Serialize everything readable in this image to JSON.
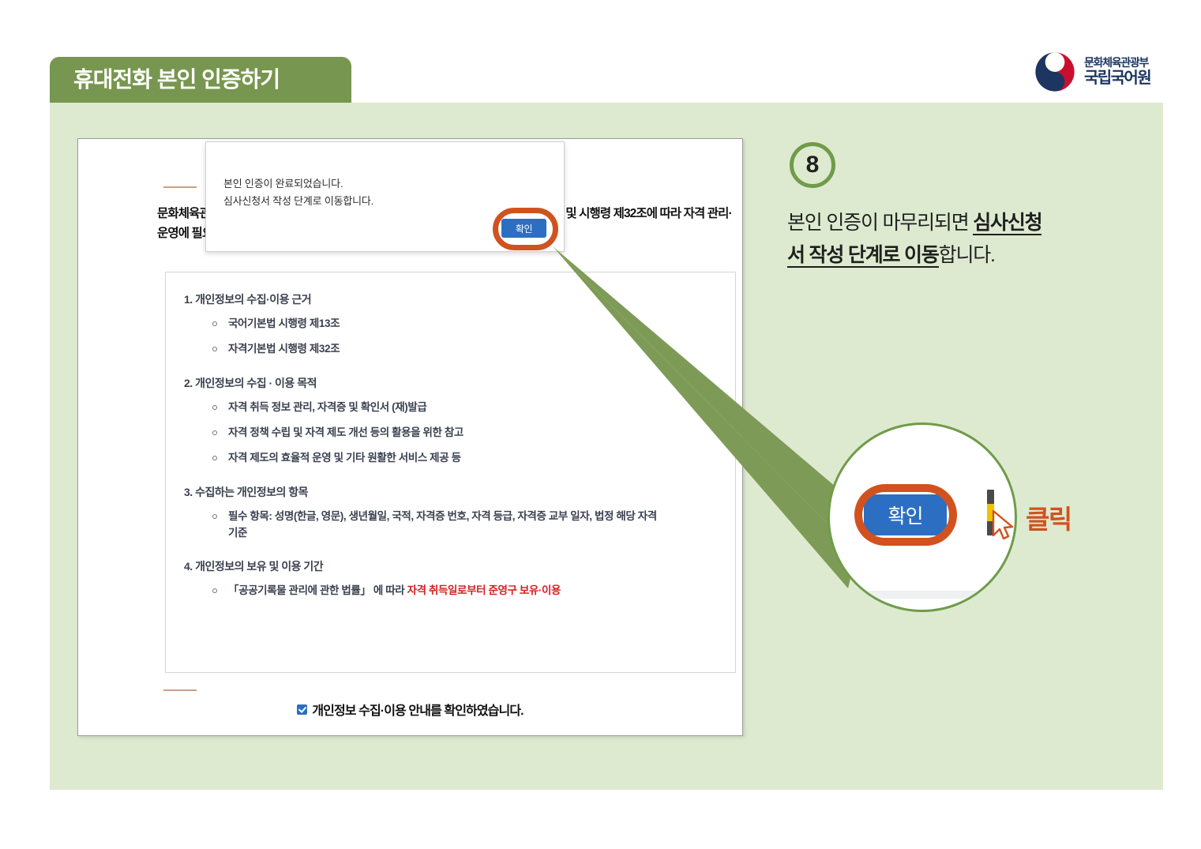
{
  "header": {
    "title": "휴대전화 본인 인증하기"
  },
  "logo": {
    "emblem_name": "korea-government-emblem",
    "ministry": "문화체육관광부",
    "institute": "국립국어원"
  },
  "screenshot": {
    "heading": "문화체육관광부 국립국어원은 「국어기본법」 시행령 제13조, 「자격기본법」 제34조 및 시행령 제32조에 따라 자격 관리·운영에 필요한 최소한의 개인정보를 정보주체의 동의 없이 수집·이용할 수 있습니다.",
    "consent": {
      "sections": [
        {
          "title": "1. 개인정보의 수집·이용 근거",
          "items": [
            "국어기본법 시행령 제13조",
            "자격기본법 시행령 제32조"
          ]
        },
        {
          "title": "2. 개인정보의 수집 · 이용 목적",
          "items": [
            "자격 취득 정보 관리, 자격증 및 확인서 (재)발급",
            "자격 정책 수립 및 자격 제도 개선 등의 활용을 위한 참고",
            "자격 제도의 효율적 운영 및 기타 원활한 서비스 제공 등"
          ]
        },
        {
          "title": "3. 수집하는 개인정보의 항목",
          "items": [
            "필수 항목: 성명(한글, 영문), 생년월일, 국적, 자격증 번호, 자격 등급, 자격증 교부 일자, 법정 해당 자격",
            "기준"
          ]
        },
        {
          "title": "4. 개인정보의 보유 및 이용 기간",
          "items_rich": [
            {
              "plain": "「공공기록물 관리에 관한 법률」 에 따라 ",
              "red": "자격 취득일로부터 준영구 보유·이용"
            }
          ]
        }
      ]
    },
    "agree_label": "개인정보 수집·이용 안내를 확인하였습니다.",
    "modal": {
      "line1": "본인 인증이 완료되었습니다.",
      "line2": "심사신청서 작성 단계로 이동합니다.",
      "ok_label": "확인"
    }
  },
  "step": {
    "number": "8",
    "text_part1": "본인 인증이 마무리되면 ",
    "text_emphasis": "심사신청서 작성 단계로 이동",
    "text_part2": "합니다."
  },
  "magnifier": {
    "button_label": "확인",
    "click_label": "클릭",
    "cursor_name": "mouse-pointer"
  },
  "colors": {
    "header_green": "#77964f",
    "canvas_green": "#ddead0",
    "accent_green": "#6f9c4a",
    "highlight_orange": "#d1521f",
    "button_blue": "#2c6fc2",
    "warning_red": "#d52020",
    "navy": "#1c3661"
  }
}
